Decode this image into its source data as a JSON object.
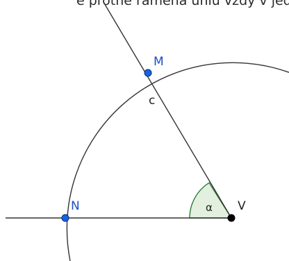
{
  "caption": "e protne ramena úhlu vždy v jedn",
  "labels": {
    "point_m": "M",
    "point_n": "N",
    "point_v": "V",
    "segment_c": "c",
    "angle_alpha": "α"
  },
  "colors": {
    "line": "#333333",
    "point": "#1565e0",
    "point_outline": "#0a2a7a",
    "vertex": "#000000",
    "label_point": "#1a4ec8",
    "label_text": "#222222",
    "angle_fill": "#e3efdf",
    "angle_stroke": "#2e7d32"
  }
}
